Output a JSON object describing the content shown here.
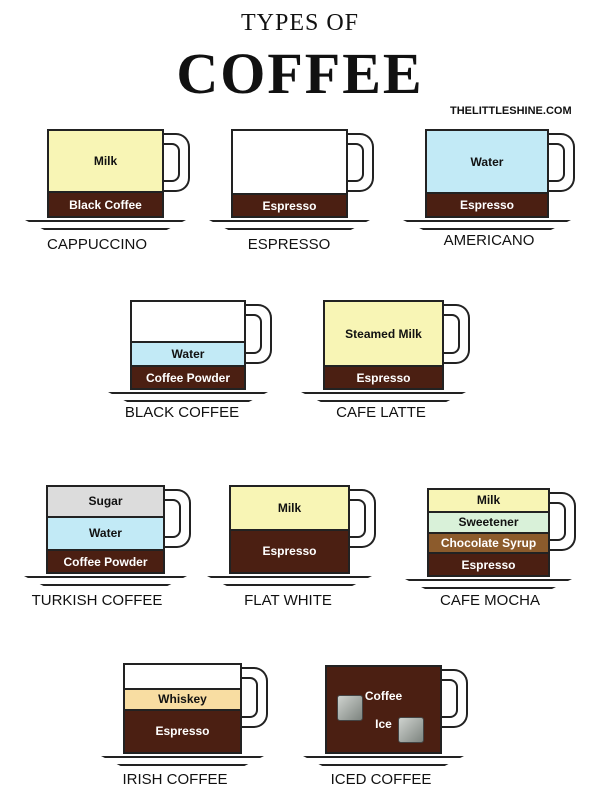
{
  "title": {
    "line1": "TYPES OF",
    "line2": "COFFEE"
  },
  "website": "THELITTLESHINE.COM",
  "colors": {
    "milk": "#f8f5b5",
    "coffee": "#4b1f12",
    "water": "#c2eaf6",
    "empty": "#ffffff",
    "sugar": "#dcdcdc",
    "sweetener": "#d9f1d9",
    "chocolate": "#8c5b2c",
    "whiskey": "#f8dda2"
  },
  "cups": [
    {
      "name": "CAPPUCCINO",
      "layers": [
        {
          "label": "Milk",
          "color": "#f8f5b5"
        },
        {
          "label": "Black Coffee",
          "color": "#4b1f12"
        }
      ]
    },
    {
      "name": "ESPRESSO",
      "layers": [
        {
          "label": "",
          "color": "#ffffff"
        },
        {
          "label": "Espresso",
          "color": "#4b1f12"
        }
      ]
    },
    {
      "name": "AMERICANO",
      "layers": [
        {
          "label": "Water",
          "color": "#c2eaf6"
        },
        {
          "label": "Espresso",
          "color": "#4b1f12"
        }
      ]
    },
    {
      "name": "BLACK COFFEE",
      "layers": [
        {
          "label": "",
          "color": "#ffffff"
        },
        {
          "label": "Water",
          "color": "#c2eaf6"
        },
        {
          "label": "Coffee Powder",
          "color": "#4b1f12"
        }
      ]
    },
    {
      "name": "CAFE LATTE",
      "layers": [
        {
          "label": "Steamed Milk",
          "color": "#f8f5b5"
        },
        {
          "label": "Espresso",
          "color": "#4b1f12"
        }
      ]
    },
    {
      "name": "TURKISH COFFEE",
      "layers": [
        {
          "label": "Sugar",
          "color": "#dcdcdc"
        },
        {
          "label": "Water",
          "color": "#c2eaf6"
        },
        {
          "label": "Coffee Powder",
          "color": "#4b1f12"
        }
      ]
    },
    {
      "name": "FLAT WHITE",
      "layers": [
        {
          "label": "Milk",
          "color": "#f8f5b5"
        },
        {
          "label": "Espresso",
          "color": "#4b1f12"
        }
      ]
    },
    {
      "name": "CAFE MOCHA",
      "layers": [
        {
          "label": "Milk",
          "color": "#f8f5b5"
        },
        {
          "label": "Sweetener",
          "color": "#d9f1d9"
        },
        {
          "label": "Chocolate Syrup",
          "color": "#8c5b2c"
        },
        {
          "label": "Espresso",
          "color": "#4b1f12"
        }
      ]
    },
    {
      "name": "IRISH COFFEE",
      "layers": [
        {
          "label": "",
          "color": "#ffffff"
        },
        {
          "label": "Whiskey",
          "color": "#f8dda2"
        },
        {
          "label": "Espresso",
          "color": "#4b1f12"
        }
      ]
    },
    {
      "name": "ICED COFFEE",
      "layers": [
        {
          "label": "Coffee\n\nIce",
          "color": "#4b1f12"
        }
      ]
    }
  ]
}
